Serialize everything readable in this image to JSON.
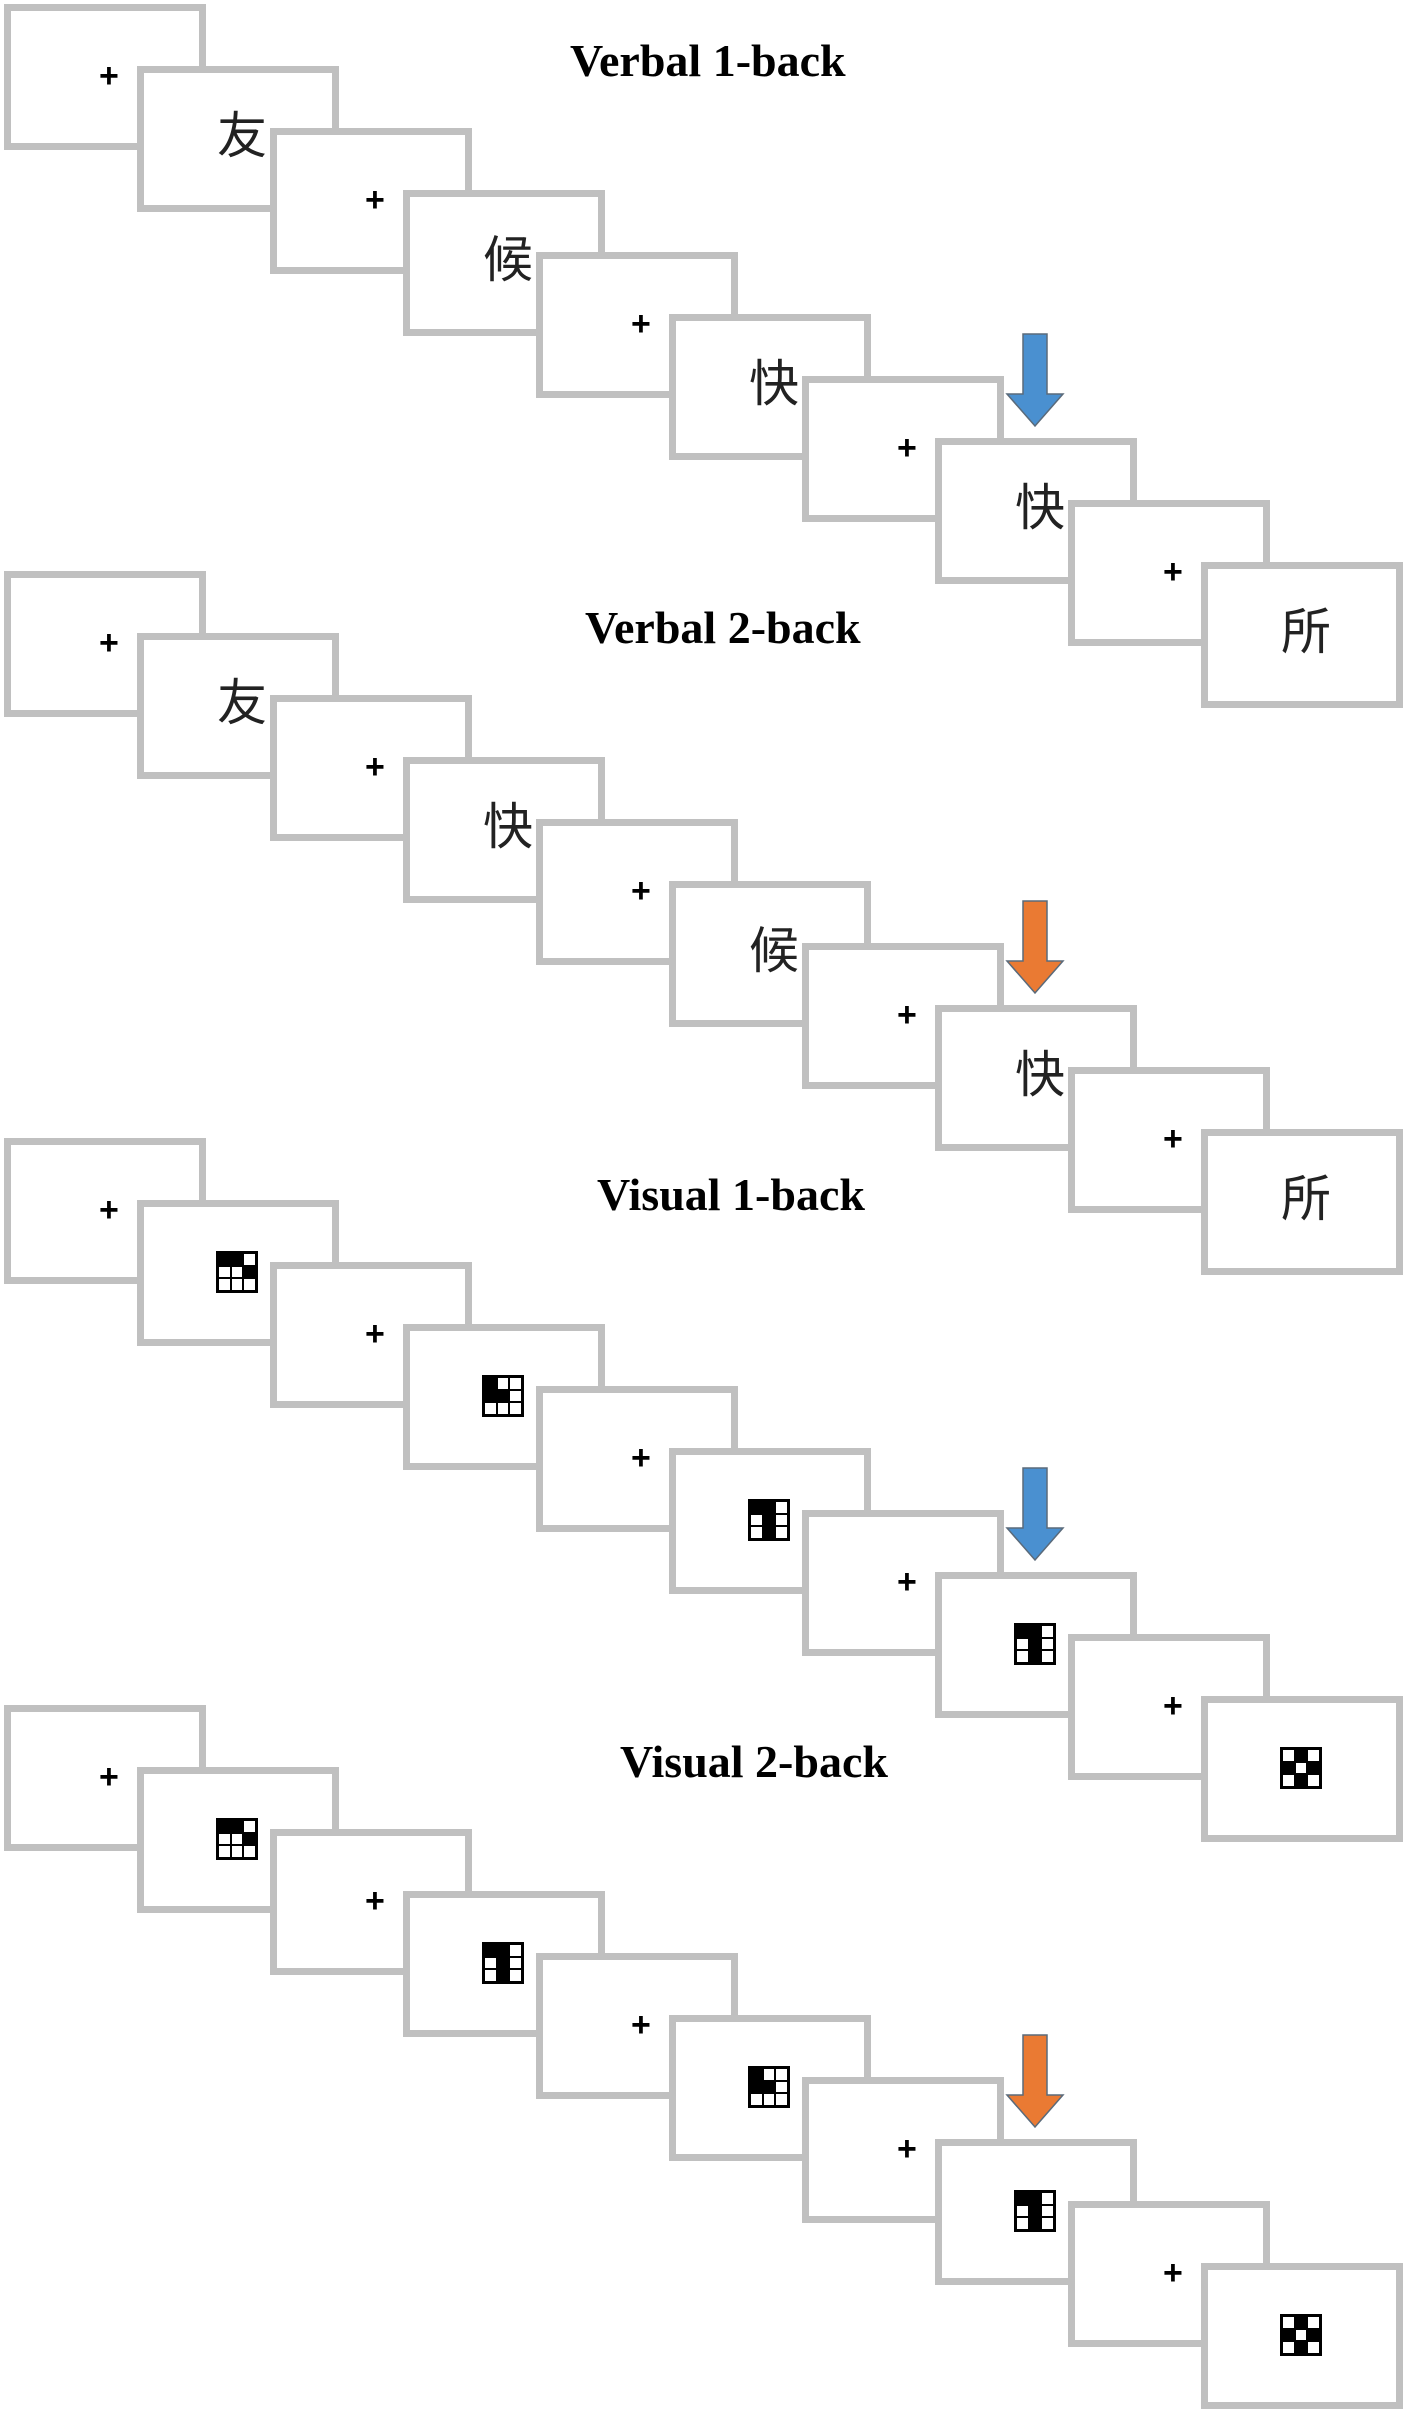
{
  "colors": {
    "frame": "#c0c0c0",
    "arrow_match_1back": "#4a90d0",
    "arrow_match_2back": "#ea7a33"
  },
  "icons": {
    "fixation": "plus-sign",
    "target_marker": "arrow-down-icon"
  },
  "panels": [
    {
      "title": "Verbal 1-back",
      "kind": "verbal",
      "arrow_color": "#4a90d0",
      "arrow_at": 7,
      "stimuli": [
        "+",
        "友",
        "+",
        "候",
        "+",
        "快",
        "+",
        "快",
        "+",
        "所"
      ]
    },
    {
      "title": "Verbal 2-back",
      "kind": "verbal",
      "arrow_color": "#ea7a33",
      "arrow_at": 7,
      "stimuli": [
        "+",
        "友",
        "+",
        "快",
        "+",
        "候",
        "+",
        "快",
        "+",
        "所"
      ]
    },
    {
      "title": "Visual 1-back",
      "kind": "visual",
      "arrow_color": "#4a90d0",
      "arrow_at": 7,
      "stimuli": [
        "+",
        "A",
        "+",
        "B",
        "+",
        "C",
        "+",
        "C",
        "+",
        "D"
      ]
    },
    {
      "title": "Visual 2-back",
      "kind": "visual",
      "arrow_color": "#ea7a33",
      "arrow_at": 7,
      "stimuli": [
        "+",
        "A",
        "+",
        "C",
        "+",
        "B",
        "+",
        "C",
        "+",
        "D"
      ]
    }
  ],
  "patterns": {
    "A": [
      1,
      1,
      0,
      0,
      0,
      1,
      0,
      0,
      0
    ],
    "B": [
      1,
      0,
      0,
      1,
      1,
      0,
      0,
      0,
      0
    ],
    "C": [
      1,
      1,
      0,
      0,
      1,
      0,
      0,
      1,
      0
    ],
    "D": [
      0,
      1,
      0,
      1,
      0,
      1,
      0,
      1,
      0
    ]
  }
}
